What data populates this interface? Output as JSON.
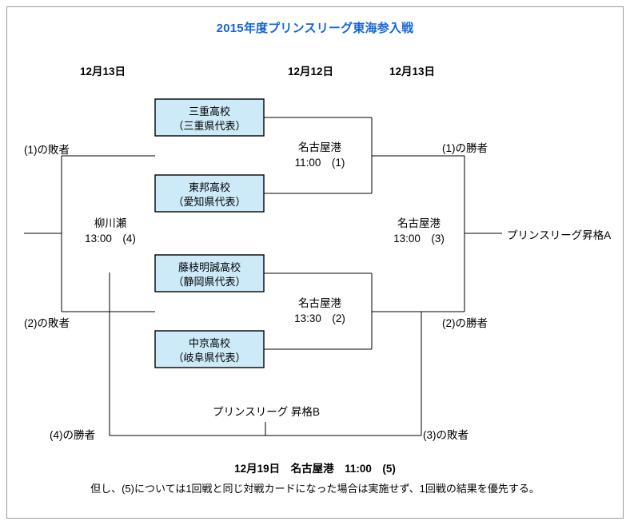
{
  "title": "2015年度プリンスリーグ東海参入戦",
  "colors": {
    "title": "#1565d8",
    "team_box_fill": "#cdeaf9",
    "line": "#000000",
    "frame_border": "#9a9a9a"
  },
  "date_headers": [
    {
      "label": "12月13日"
    },
    {
      "label": "12月12日"
    },
    {
      "label": "12月13日"
    }
  ],
  "teams": [
    {
      "name": "三重高校",
      "region": "（三重県代表）"
    },
    {
      "name": "東邦高校",
      "region": "（愛知県代表）"
    },
    {
      "name": "藤枝明誠高校",
      "region": "（静岡県代表）"
    },
    {
      "name": "中京高校",
      "region": "（岐阜県代表）"
    }
  ],
  "matches": [
    {
      "id": "1",
      "venue": "名古屋港",
      "time": "11:00　(1)"
    },
    {
      "id": "2",
      "venue": "名古屋港",
      "time": "13:30　(2)"
    },
    {
      "id": "3",
      "venue": "名古屋港",
      "time": "13:00　(3)"
    },
    {
      "id": "4",
      "venue": "柳川瀬",
      "time": "13:00　(4)"
    }
  ],
  "qualifiers": {
    "loser_1": "(1)の敗者",
    "loser_2": "(2)の敗者",
    "winner_1": "(1)の勝者",
    "winner_2": "(2)の勝者",
    "winner_4": "(4)の勝者",
    "loser_3": "(3)の敗者"
  },
  "outcomes": {
    "promotion_a": "プリンスリーグ昇格A",
    "promotion_b": "プリンスリーグ 昇格B"
  },
  "footer": {
    "main": "12月19日　名古屋港　11:00　(5)",
    "note": "但し、(5)については1回戦と同じ対戦カードになった場合は実施せず、1回戦の結果を優先する。"
  }
}
